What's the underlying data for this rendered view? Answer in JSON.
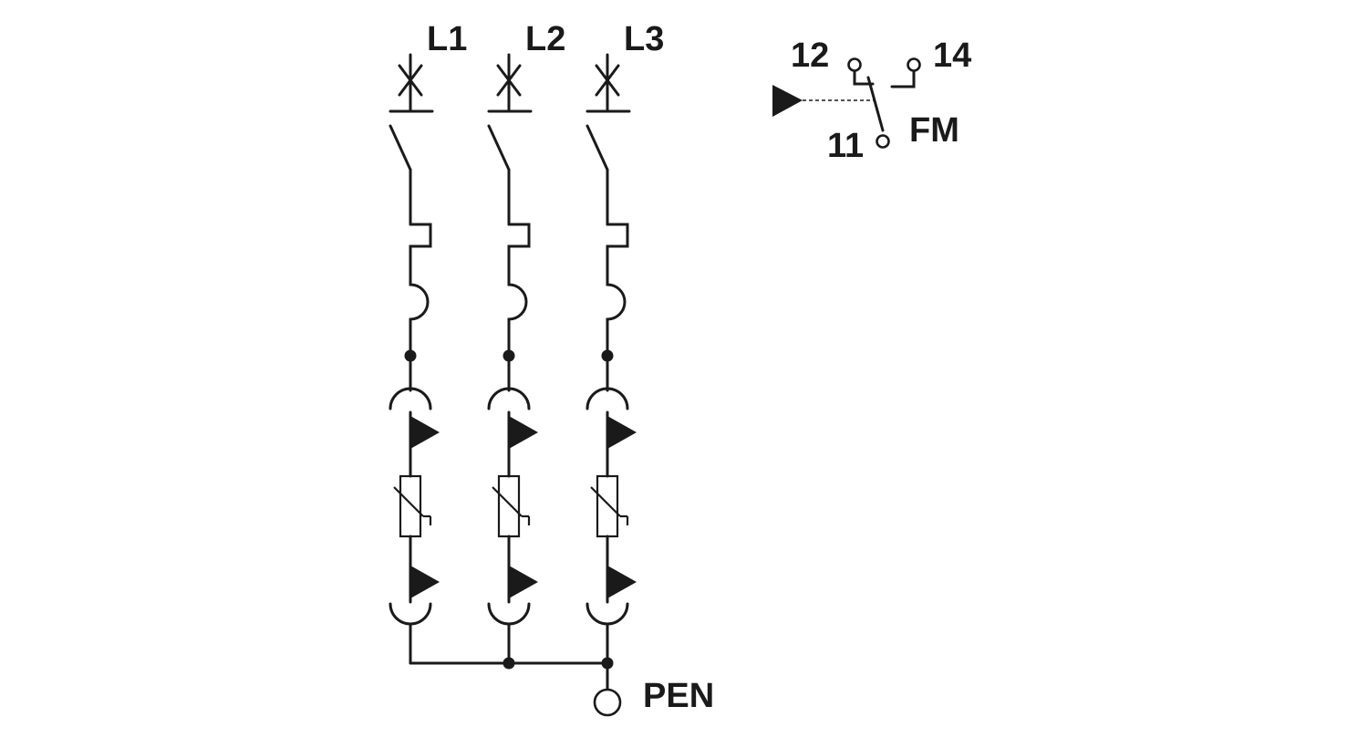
{
  "phases": [
    {
      "id": "l1",
      "label": "L1"
    },
    {
      "id": "l2",
      "label": "L2"
    },
    {
      "id": "l3",
      "label": "L3"
    }
  ],
  "pen": {
    "label": "PEN"
  },
  "fm": {
    "label": "FM",
    "terminal_12": "12",
    "terminal_14": "14",
    "terminal_11": "11"
  }
}
